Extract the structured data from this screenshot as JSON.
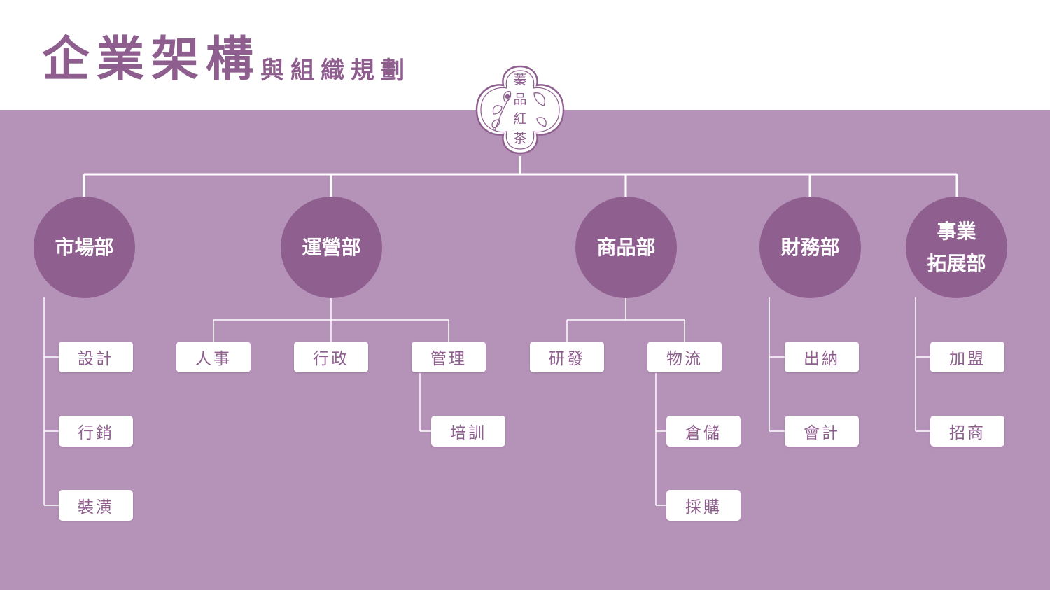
{
  "header": {
    "title_main": "企業架構",
    "title_sub": "與組織規劃"
  },
  "logo": {
    "chars": [
      "蓁",
      "品",
      "紅",
      "茶"
    ],
    "colors": {
      "ring": "#8e5e8f",
      "fill": "#ffffff"
    }
  },
  "departments": [
    {
      "label": "市場部",
      "units": [
        "設計",
        "行銷",
        "裝潢"
      ]
    },
    {
      "label": "運營部",
      "units": [
        "人事",
        "行政",
        "管理",
        "培訓"
      ]
    },
    {
      "label": "商品部",
      "units": [
        "研發",
        "物流",
        "倉儲",
        "採購"
      ]
    },
    {
      "label": "財務部",
      "units": [
        "出納",
        "會計"
      ]
    },
    {
      "label": "事業\n拓展部",
      "units": [
        "加盟",
        "招商"
      ]
    }
  ],
  "colors": {
    "header_bg": "#ffffff",
    "main_bg": "#b592b8",
    "dept_circle": "#8f5f8f",
    "title_text": "#8e5e8f",
    "connector": "#ffffff"
  }
}
